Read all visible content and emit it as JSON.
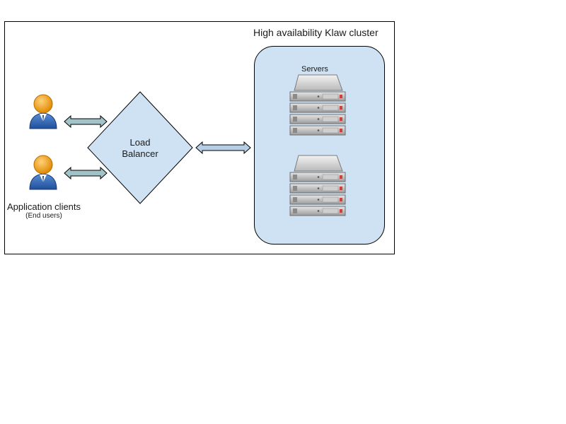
{
  "cluster": {
    "title": "High availability Klaw cluster",
    "servers_label": "Servers",
    "fill_color": "#cfe2f3"
  },
  "load_balancer": {
    "label_line1": "Load",
    "label_line2": "Balancer",
    "fill_color": "#cfe2f3"
  },
  "clients": {
    "label": "Application clients",
    "sublabel": "(End users)",
    "icon": "person-icon",
    "count": 2
  },
  "server_stacks": {
    "icon": "server-rack-icon",
    "count": 2,
    "units_per_stack": 4
  },
  "connectors": {
    "client_arrow_color": "#a2c4c9",
    "cluster_arrow_color": "#b7cfe6",
    "direction": "bidirectional"
  }
}
